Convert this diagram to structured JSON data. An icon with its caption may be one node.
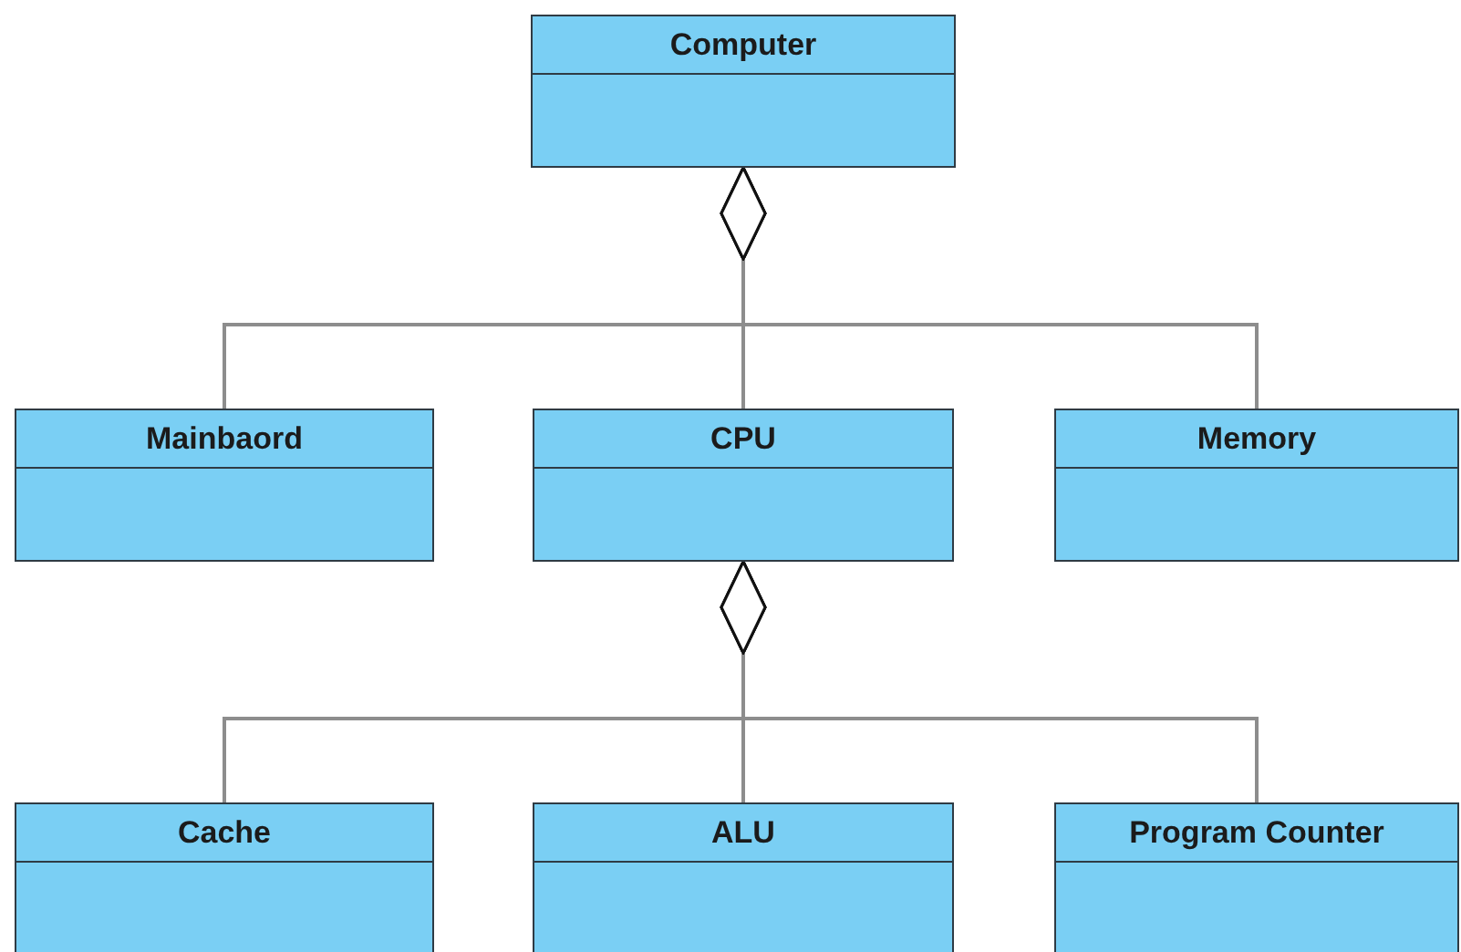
{
  "diagram": {
    "nodes": [
      {
        "text": [
          "Computer"
        ]
      },
      {
        "text": [
          "Mainbaord"
        ]
      },
      {
        "text": [
          "CPU"
        ]
      },
      {
        "text": [
          "Memory"
        ]
      },
      {
        "text": [
          "Cache"
        ]
      },
      {
        "text": [
          "ALU"
        ]
      },
      {
        "text": [
          "Program Counter"
        ]
      }
    ],
    "edges": [
      {
        "from": 0,
        "to": 1,
        "arrow": "other"
      },
      {
        "from": 0,
        "to": 2,
        "arrow": "other"
      },
      {
        "from": 0,
        "to": 3,
        "arrow": "other"
      },
      {
        "from": 2,
        "to": 4,
        "arrow": "other"
      },
      {
        "from": 2,
        "to": 5,
        "arrow": "other"
      },
      {
        "from": 2,
        "to": 6,
        "arrow": "other"
      }
    ]
  }
}
